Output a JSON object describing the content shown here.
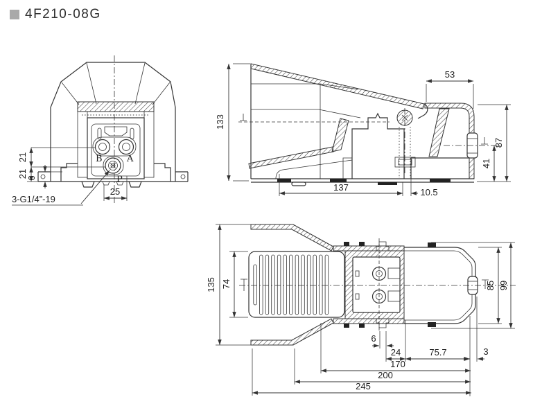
{
  "title": "4F210-08G",
  "front": {
    "dim_21_upper": "21",
    "dim_21_lower": "21",
    "dim_6": "6",
    "dim_25": "25",
    "thread_label": "3-G1/4”-19",
    "port_b": "B",
    "port_a": "A",
    "port_p": "P"
  },
  "side": {
    "dim_133": "133",
    "dim_53": "53",
    "dim_87": "87",
    "dim_41": "41",
    "dim_137": "137",
    "dim_10_5": "10.5"
  },
  "top": {
    "dim_135": "135",
    "dim_74": "74",
    "dim_85": "85",
    "dim_99": "99",
    "dim_6": "6",
    "dim_24": "24",
    "dim_75_7": "75.7",
    "dim_3": "3",
    "dim_170": "170",
    "dim_200": "200",
    "dim_245": "245"
  },
  "colors": {
    "line": "#333333",
    "title_square": "#a9a9a9"
  }
}
